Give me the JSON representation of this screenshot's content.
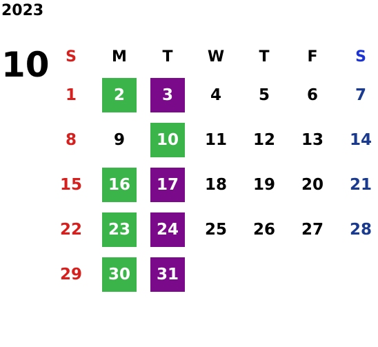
{
  "calendar": {
    "year": "2023",
    "month": "10",
    "weekdays": [
      "S",
      "M",
      "T",
      "W",
      "T",
      "F",
      "S"
    ],
    "colors": {
      "sunday": "#d7201d",
      "saturday": "#1a3a8f",
      "green_highlight": "#3bb54a",
      "purple_highlight": "#7a0a8a"
    },
    "weeks": [
      [
        "1",
        "2",
        "3",
        "4",
        "5",
        "6",
        "7"
      ],
      [
        "8",
        "9",
        "10",
        "11",
        "12",
        "13",
        "14"
      ],
      [
        "15",
        "16",
        "17",
        "18",
        "19",
        "20",
        "21"
      ],
      [
        "22",
        "23",
        "24",
        "25",
        "26",
        "27",
        "28"
      ],
      [
        "29",
        "30",
        "31",
        "",
        "",
        "",
        ""
      ]
    ],
    "highlighted_green": [
      "2",
      "10",
      "16",
      "23",
      "30"
    ],
    "highlighted_purple": [
      "3",
      "17",
      "24",
      "31"
    ]
  }
}
